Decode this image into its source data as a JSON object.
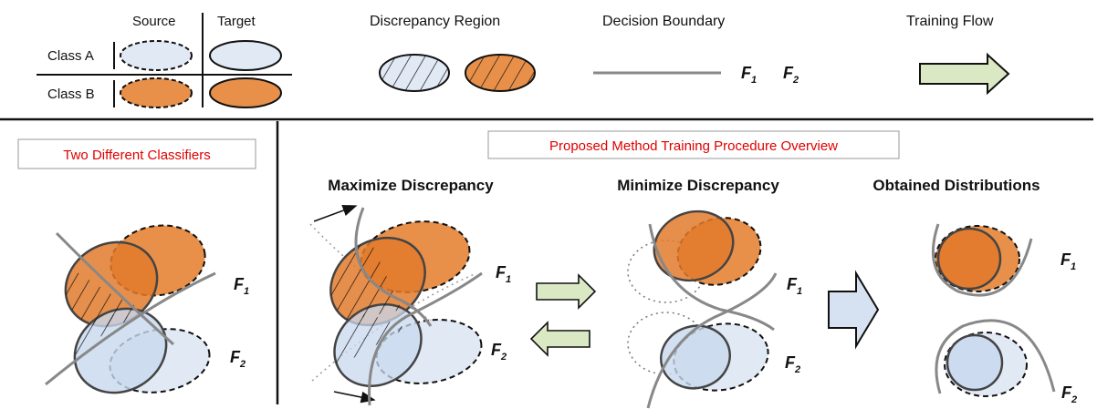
{
  "legend": {
    "source_label": "Source",
    "target_label": "Target",
    "class_a_label": "Class A",
    "class_b_label": "Class B",
    "discrepancy_label": "Discrepancy Region",
    "boundary_label": "Decision Boundary",
    "flow_label": "Training Flow",
    "f1": "F",
    "f1_sub": "1",
    "f2": "F",
    "f2_sub": "2"
  },
  "left_panel": {
    "title": "Two Different Classifiers"
  },
  "right_panel": {
    "title": "Proposed Method Training Procedure Overview",
    "steps": [
      "Maximize Discrepancy",
      "Minimize Discrepancy",
      "Obtained Distributions"
    ]
  },
  "labels": {
    "f": "F",
    "one": "1",
    "two": "2"
  },
  "colors": {
    "orange": "#e8904a",
    "orange_dark": "#e27a2c",
    "blue": "#e1e9f5",
    "blue_mid": "#c8d8ee",
    "arrow_green": "#dbe8c4",
    "arrow_blue": "#d6e2f2",
    "red_text": "#e00000"
  }
}
